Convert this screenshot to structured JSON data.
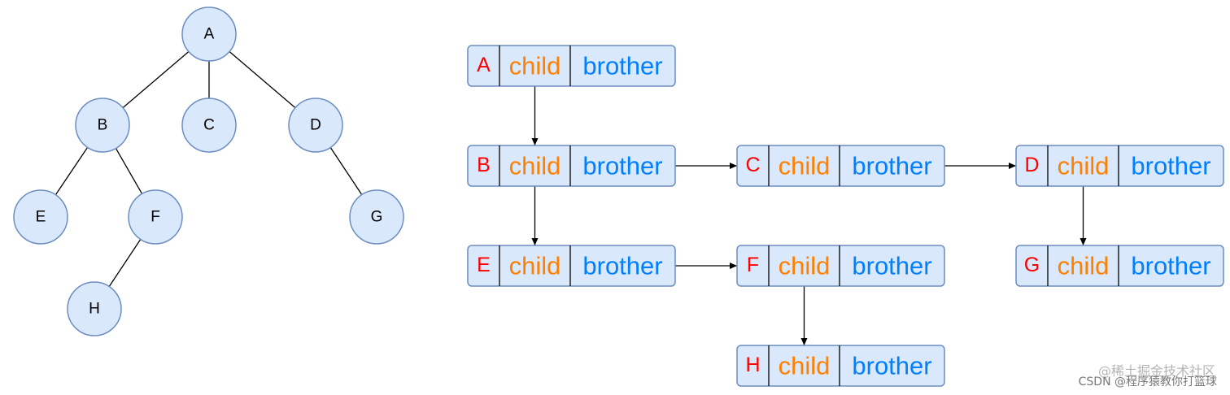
{
  "tree": {
    "nodes": [
      {
        "id": "A",
        "label": "A"
      },
      {
        "id": "B",
        "label": "B"
      },
      {
        "id": "C",
        "label": "C"
      },
      {
        "id": "D",
        "label": "D"
      },
      {
        "id": "E",
        "label": "E"
      },
      {
        "id": "F",
        "label": "F"
      },
      {
        "id": "G",
        "label": "G"
      },
      {
        "id": "H",
        "label": "H"
      }
    ],
    "edges": [
      [
        "A",
        "B"
      ],
      [
        "A",
        "C"
      ],
      [
        "A",
        "D"
      ],
      [
        "B",
        "E"
      ],
      [
        "B",
        "F"
      ],
      [
        "D",
        "G"
      ],
      [
        "F",
        "H"
      ]
    ]
  },
  "records": {
    "child_label": "child",
    "brother_label": "brother",
    "items": [
      {
        "id": "A",
        "label": "A"
      },
      {
        "id": "B",
        "label": "B"
      },
      {
        "id": "C",
        "label": "C"
      },
      {
        "id": "D",
        "label": "D"
      },
      {
        "id": "E",
        "label": "E"
      },
      {
        "id": "F",
        "label": "F"
      },
      {
        "id": "G",
        "label": "G"
      },
      {
        "id": "H",
        "label": "H"
      }
    ],
    "links": [
      {
        "from": "A",
        "to": "B",
        "kind": "child"
      },
      {
        "from": "B",
        "to": "E",
        "kind": "child"
      },
      {
        "from": "B",
        "to": "C",
        "kind": "brother"
      },
      {
        "from": "C",
        "to": "D",
        "kind": "brother"
      },
      {
        "from": "D",
        "to": "G",
        "kind": "child"
      },
      {
        "from": "E",
        "to": "F",
        "kind": "brother"
      },
      {
        "from": "F",
        "to": "H",
        "kind": "child"
      }
    ]
  },
  "watermark": {
    "line1": "@稀土掘金技术社区",
    "line2": "CSDN @程序猿教你打篮球"
  },
  "colors": {
    "node_fill": "#dae8fc",
    "node_stroke": "#6c8ebf",
    "name_color": "#ff0000",
    "child_color": "#ff8000",
    "brother_color": "#007fff"
  }
}
